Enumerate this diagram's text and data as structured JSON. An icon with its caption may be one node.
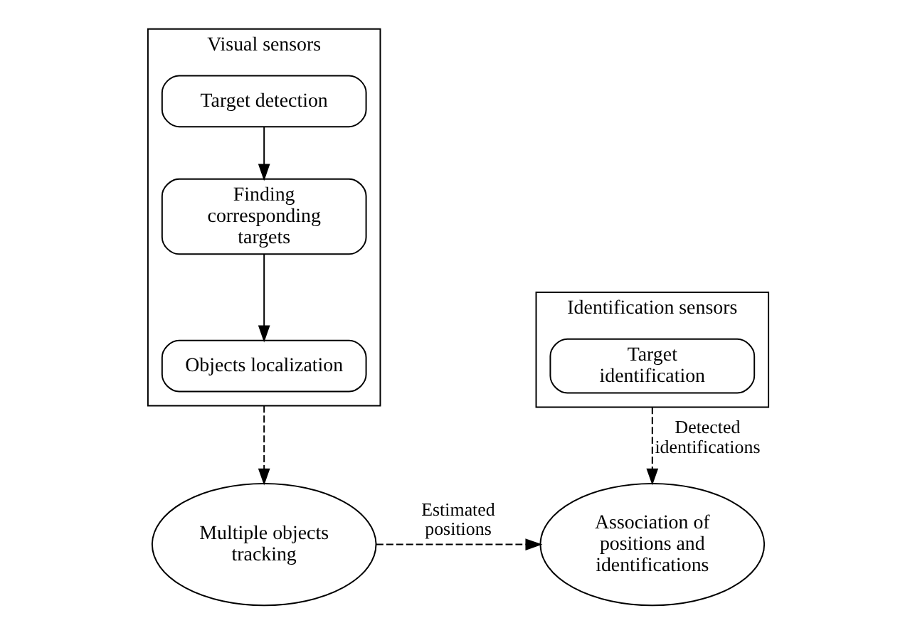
{
  "diagram": {
    "nodes": [
      {
        "text": [
          "Visual sensors"
        ]
      },
      {
        "text": [
          "Target detection"
        ],
        "in": 0
      },
      {
        "text": [
          "Finding corresponding targets"
        ],
        "in": 0
      },
      {
        "text": [
          "Objects localization"
        ],
        "in": 0
      },
      {
        "text": [
          "Identification sensors"
        ]
      },
      {
        "text": [
          "Target identification"
        ],
        "in": 4
      },
      {
        "text": [
          "Multiple objects tracking"
        ]
      },
      {
        "text": [
          "Association of positions and identifications"
        ]
      }
    ],
    "edges": [
      {
        "from": 1,
        "to": 2,
        "arrow": "to"
      },
      {
        "from": 2,
        "to": 3,
        "arrow": "to"
      },
      {
        "from": 0,
        "to": 6,
        "arrow": "to",
        "style": "dashed"
      },
      {
        "from": 6,
        "to": 7,
        "arrow": "to",
        "style": "dashed",
        "label": "Estimated positions"
      },
      {
        "from": 4,
        "to": 7,
        "arrow": "to",
        "style": "dashed",
        "label": "Detected identifications"
      }
    ]
  }
}
